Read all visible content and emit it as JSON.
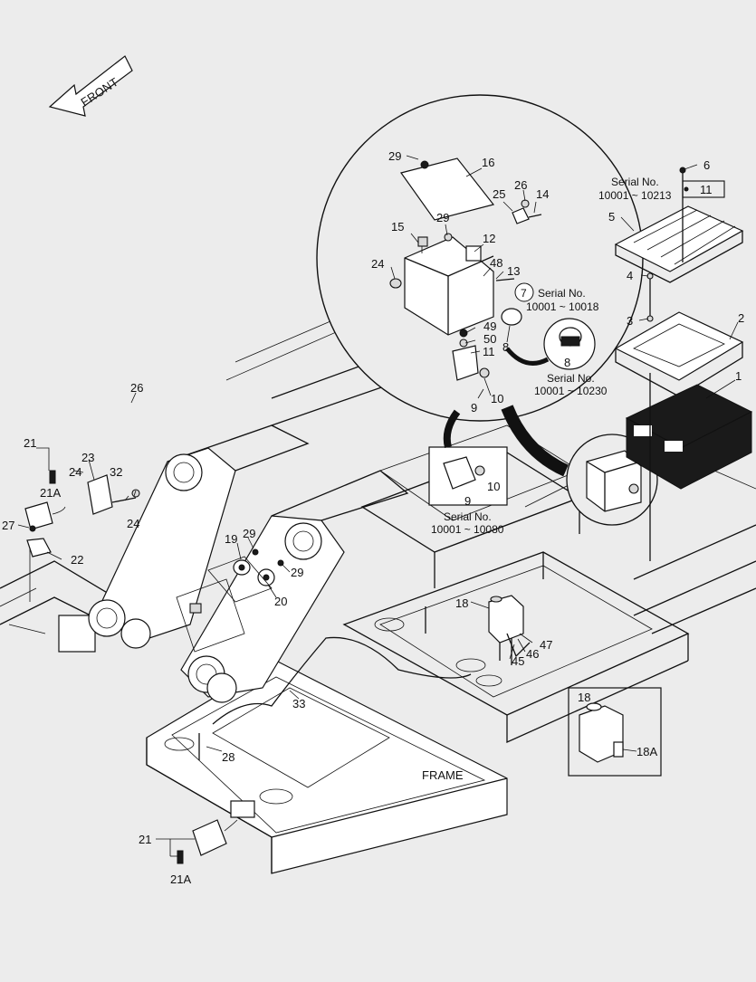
{
  "diagram": {
    "front_label": "FRONT",
    "frame_label": "FRAME",
    "serial_notes": {
      "top_right": [
        "Serial No.",
        "10001 ~ 10213"
      ],
      "item7": [
        "Serial No.",
        "10001 ~ 10018"
      ],
      "item8": [
        "Serial No.",
        "10001 ~ 10230"
      ],
      "item9": [
        "Serial No.",
        "10001 ~ 10080"
      ]
    },
    "callouts": {
      "c1": "1",
      "c2": "2",
      "c3": "3",
      "c4": "4",
      "c5": "5",
      "c6": "6",
      "c7": "7",
      "c8a": "8",
      "c8b": "8",
      "c9a": "9",
      "c9b": "9",
      "c10a": "10",
      "c10b": "10",
      "c11a": "11",
      "c11b": "11",
      "c12": "12",
      "c13": "13",
      "c14": "14",
      "c15": "15",
      "c16": "16",
      "c18a": "18",
      "c18b": "18",
      "c18A": "18A",
      "c19": "19",
      "c20": "20",
      "c21a": "21",
      "c21Aa": "21A",
      "c21b": "21",
      "c21Ab": "21A",
      "c22": "22",
      "c23": "23",
      "c24a": "24",
      "c24b": "24",
      "c24c": "24",
      "c25": "25",
      "c26a": "26",
      "c26b": "26",
      "c27": "27",
      "c28": "28",
      "c29a": "29",
      "c29b": "29",
      "c29c": "29",
      "c29d": "29",
      "c32": "32",
      "c33": "33",
      "c45": "45",
      "c46": "46",
      "c47": "47",
      "c48": "48",
      "c49": "49",
      "c50": "50"
    }
  }
}
